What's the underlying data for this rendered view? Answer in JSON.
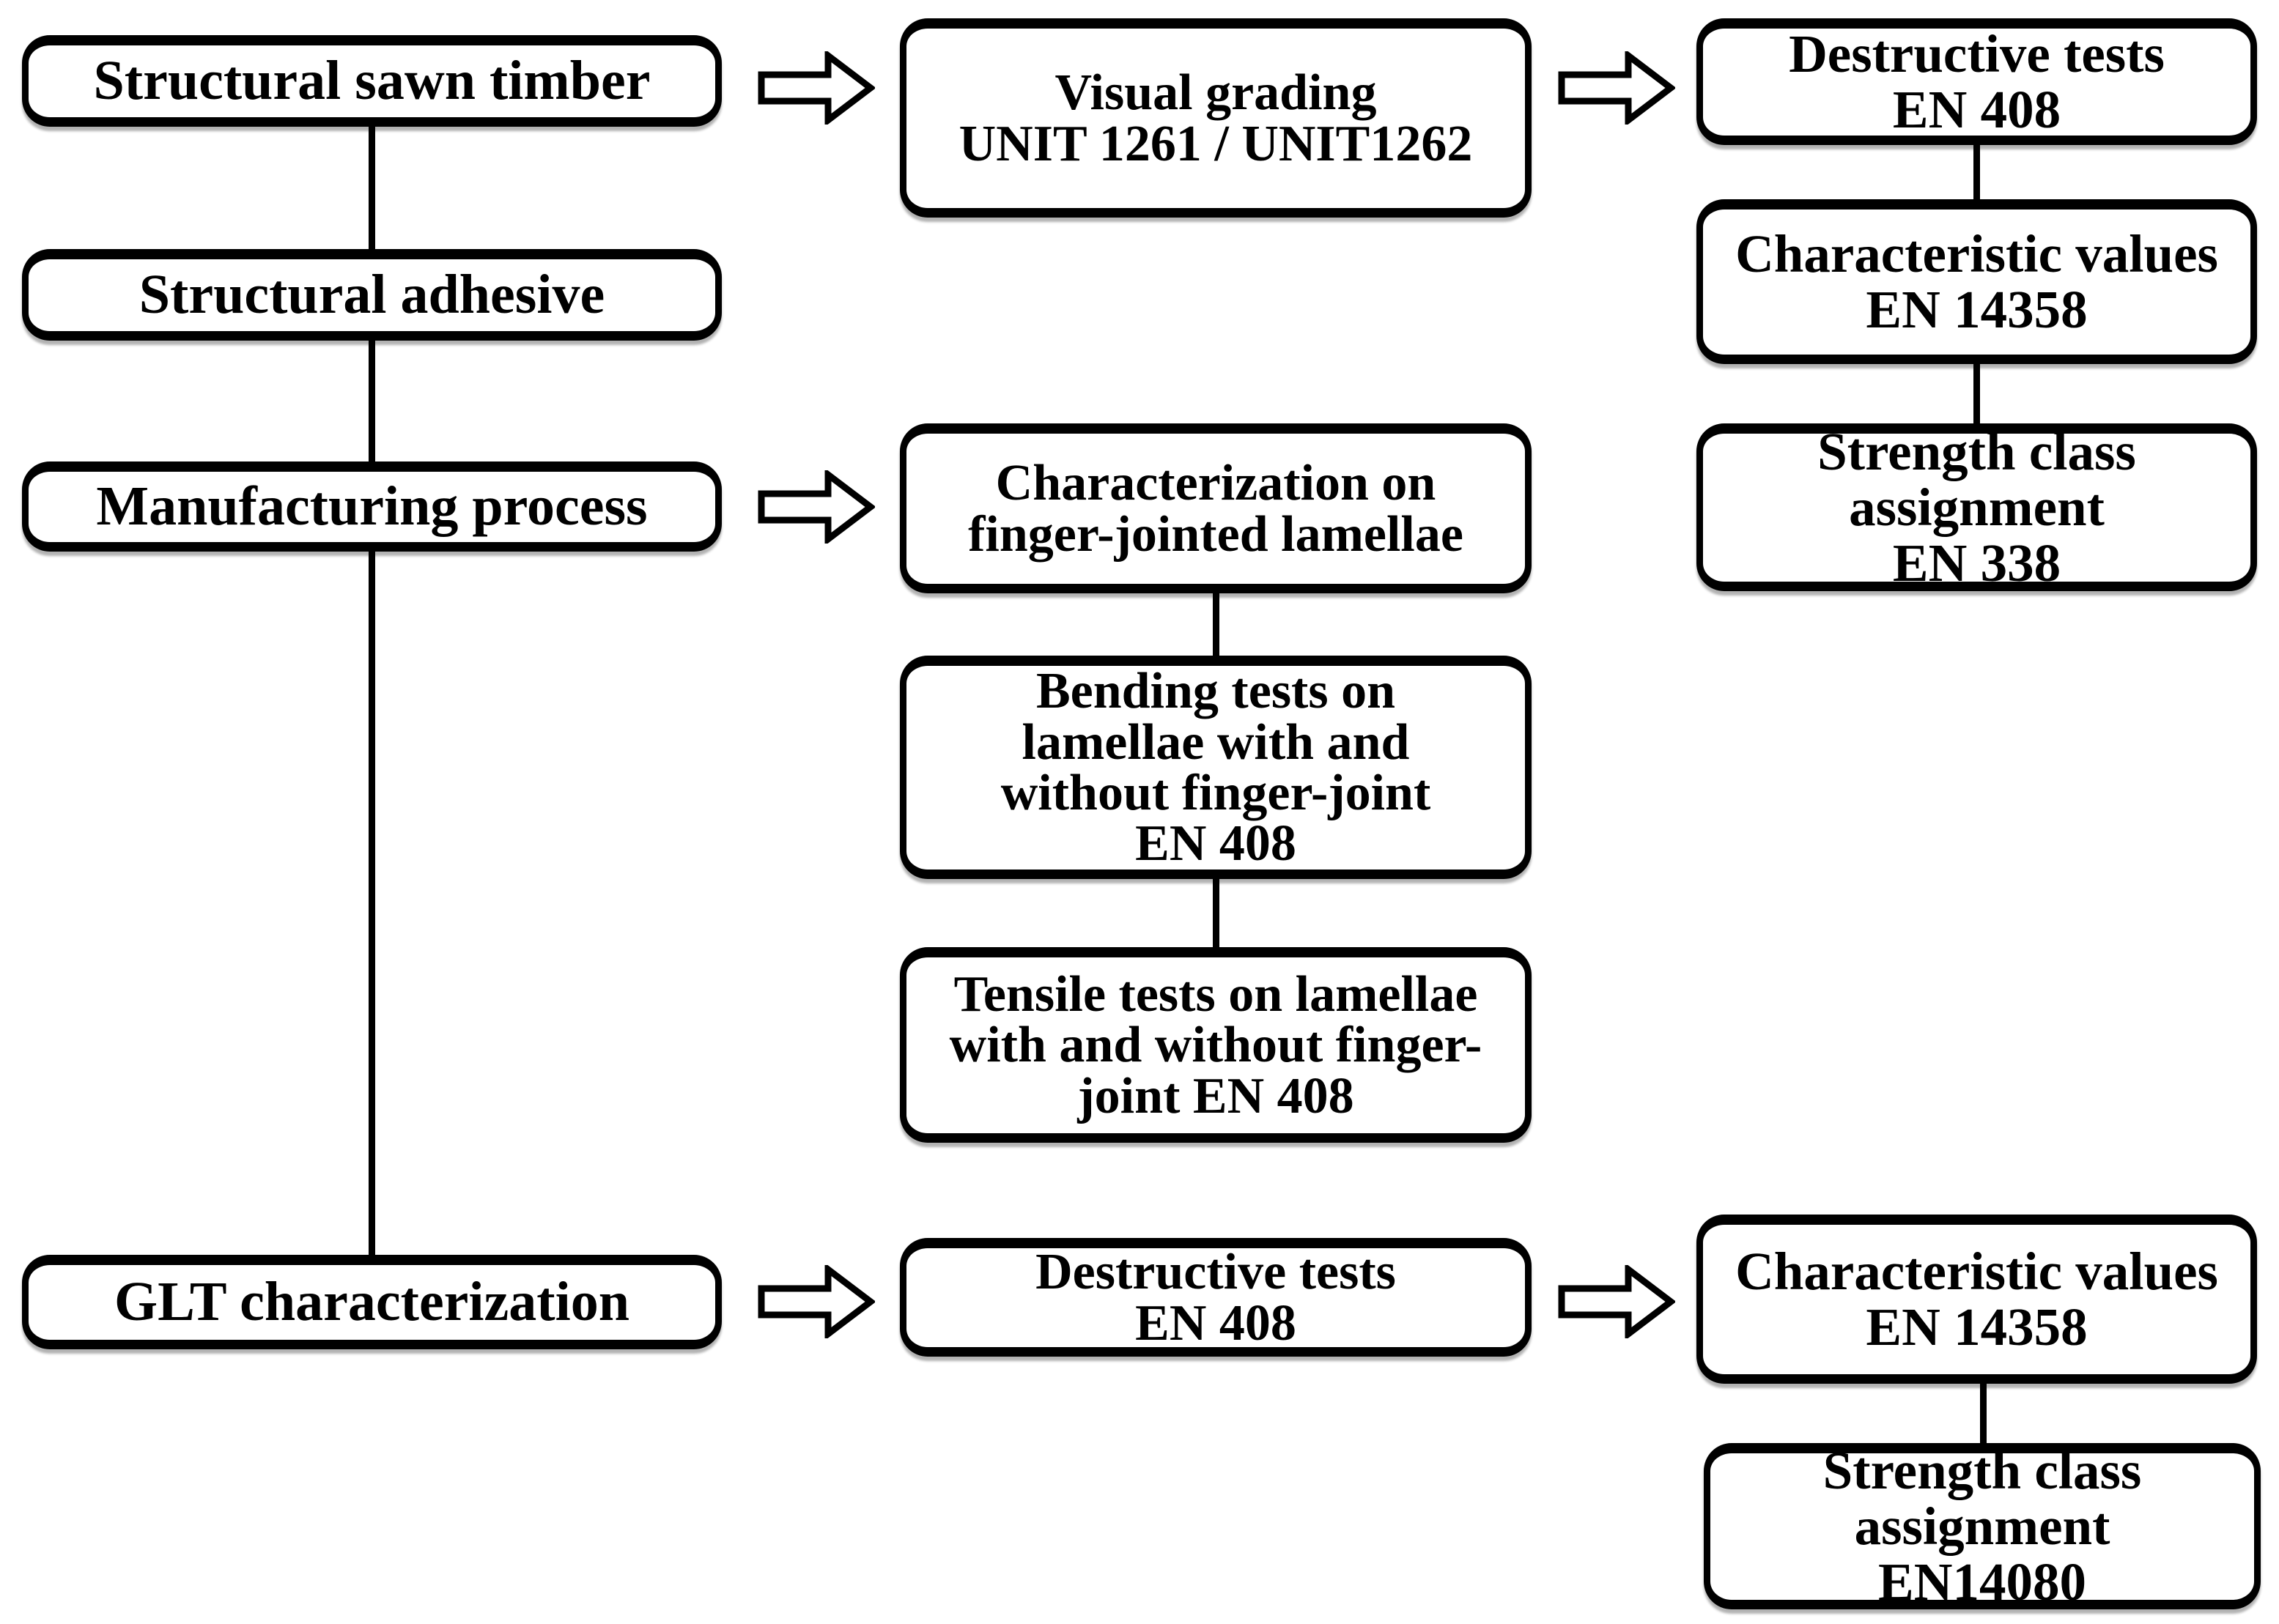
{
  "diagram": {
    "title": "GLT characterization workflow flowchart",
    "colors": {
      "background": "#ffffff",
      "box_fill": "#ffffff",
      "box_border": "#000000",
      "connector": "#000000",
      "text": "#000000"
    },
    "boxes": {
      "structural_sawn_timber": {
        "label": "Structural sawn timber"
      },
      "structural_adhesive": {
        "label": "Structural adhesive"
      },
      "manufacturing_process": {
        "label": "Manufacturing process"
      },
      "glt_characterization": {
        "label": "GLT characterization"
      },
      "visual_grading": {
        "label": "Visual grading\nUNIT 1261 / UNIT1262"
      },
      "characterization_finger_jointed": {
        "label": "Characterization on\nfinger-jointed lamellae"
      },
      "bending_tests_lamellae": {
        "label": "Bending tests on\nlamellae with and\nwithout finger-joint\nEN 408"
      },
      "tensile_tests_lamellae": {
        "label": "Tensile tests on lamellae\nwith and without finger-\njoint EN 408"
      },
      "destructive_tests_glt": {
        "label": "Destructive tests\nEN 408"
      },
      "destructive_tests_sawn": {
        "label": "Destructive tests\nEN 408"
      },
      "characteristic_values_sawn": {
        "label": "Characteristic values\nEN 14358"
      },
      "strength_class_sawn": {
        "label": "Strength class\nassignment\nEN 338"
      },
      "characteristic_values_glt": {
        "label": "Characteristic values\nEN 14358"
      },
      "strength_class_glt": {
        "label": "Strength class\nassignment\nEN14080"
      }
    }
  }
}
